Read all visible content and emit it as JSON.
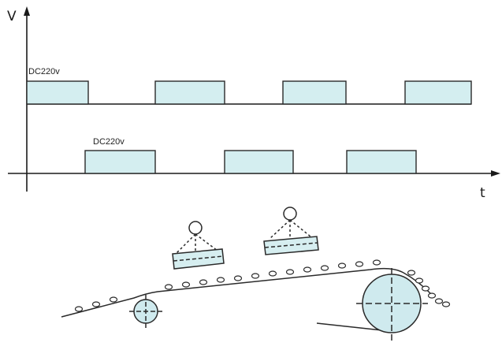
{
  "diagram": {
    "y_axis_label": "V",
    "x_axis_label": "t",
    "pulse_trains": [
      {
        "label": "DC220v",
        "pulses": 4
      },
      {
        "label": "DC220v",
        "pulses": 3
      }
    ],
    "colors": {
      "pulse_fill": "#d4eef0",
      "roller_fill": "#cfeaee",
      "magnet_fill": "#d6eef0",
      "stroke": "#2a2a2a"
    }
  }
}
